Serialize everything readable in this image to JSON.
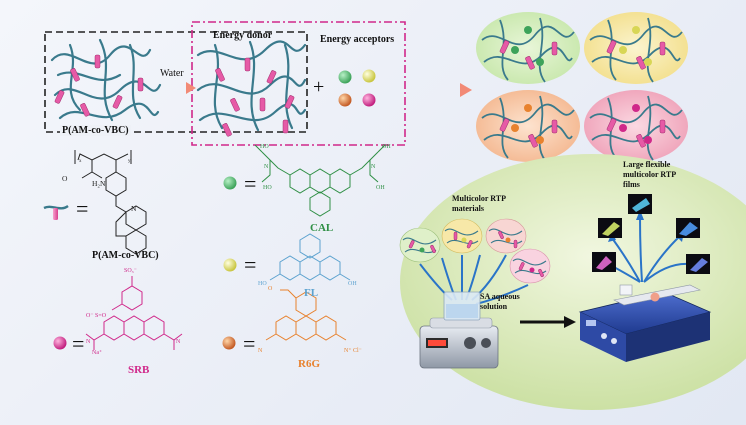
{
  "top": {
    "water_label": "Water",
    "energy_donor": "Energy donor",
    "energy_acceptors": "Energy acceptors",
    "plus": "+",
    "polymer_label": "P(AM-co-VBC)"
  },
  "legend": {
    "equals": "=",
    "polymer_label": "P(AM-co-VBC)",
    "cal": "CAL",
    "fl": "FL",
    "srb": "SRB",
    "r6g": "R6G"
  },
  "process": {
    "materials": "Multicolor RTP materials",
    "materials_l1": "Multicolor RTP",
    "materials_l2": "materials",
    "films_l1": "Large flexible",
    "films_l2": "multicolor RTP",
    "films_l3": "films",
    "solution_l1": "SA aqueous",
    "solution_l2": "solution"
  },
  "colors": {
    "cal": "#3da35a",
    "fl": "#d8d655",
    "srb": "#d0288a",
    "r6g": "#e8822e",
    "donor": "#e65aa6",
    "polymer": "#3a7a8c"
  }
}
